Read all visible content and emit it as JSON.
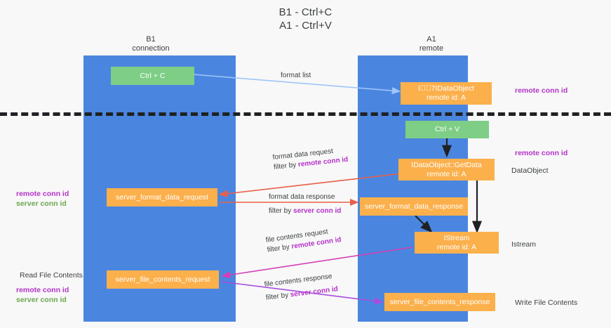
{
  "diagram": {
    "title_line1": "B1 - Ctrl+C",
    "title_line2": "A1 - Ctrl+V",
    "columns": [
      {
        "name": "B1",
        "role": "connection"
      },
      {
        "name": "A1",
        "role": "remote"
      }
    ],
    "colors": {
      "lane": "#4a86e0",
      "node_orange": "#fbb04c",
      "node_green": "#7ece86",
      "highlight_purple": "#b432c8",
      "highlight_green": "#6aa84f",
      "divider": "#202124",
      "arrow_blue": "#9fc5f8",
      "arrow_red": "#e8604c",
      "arrow_magenta": "#d43fb5",
      "arrow_purple": "#a64ce0",
      "arrow_black": "#202124",
      "background": "#f8f8f8"
    },
    "nodes": [
      {
        "id": "ctrl-c",
        "label": "Ctrl + C",
        "sub": "",
        "style": "green",
        "column": "B1"
      },
      {
        "id": "idataobject",
        "label": "I⃞⃟7IDataObject",
        "sub": "remote id: A",
        "style": "orange",
        "column": "A1"
      },
      {
        "id": "ctrl-v",
        "label": "Ctrl + V",
        "sub": "",
        "style": "green",
        "column": "A1"
      },
      {
        "id": "getdata",
        "label": "IDataObject::GetData",
        "sub": "remote id: A",
        "style": "orange",
        "column": "A1"
      },
      {
        "id": "server-format-data-request",
        "label": "server_format_data_request",
        "sub": "",
        "style": "orange",
        "column": "B1"
      },
      {
        "id": "server-format-data-response",
        "label": "server_format_data_response",
        "sub": "",
        "style": "orange",
        "column": "A1"
      },
      {
        "id": "istream",
        "label": "IStream",
        "sub": "remote id: A",
        "style": "orange",
        "column": "A1"
      },
      {
        "id": "server-file-contents-request",
        "label": "server_file_contents_request",
        "sub": "",
        "style": "orange",
        "column": "B1"
      },
      {
        "id": "server-file-contents-response",
        "label": "server_file_contents_response",
        "sub": "",
        "style": "orange",
        "column": "A1"
      }
    ],
    "edge_labels": [
      {
        "id": "format-list",
        "line1": "format list",
        "filter_prefix": "",
        "filter_value": ""
      },
      {
        "id": "format-data-request",
        "line1": "format data request",
        "filter_prefix": "filter by ",
        "filter_value": "remote conn id"
      },
      {
        "id": "format-data-response",
        "line1": "format data response",
        "filter_prefix": "filter by ",
        "filter_value": "server conn id"
      },
      {
        "id": "file-contents-request",
        "line1": "file contents request",
        "filter_prefix": "filter by ",
        "filter_value": "remote conn id"
      },
      {
        "id": "file-contents-response",
        "line1": "file contents response",
        "filter_prefix": "filter by ",
        "filter_value": "server conn id"
      }
    ],
    "annotations_right": [
      {
        "id": "remote-conn-id-top",
        "text": "remote conn id",
        "style": "purple"
      },
      {
        "id": "remote-conn-id-mid",
        "text": "remote conn id",
        "style": "purple"
      },
      {
        "id": "dataobject",
        "text": "DataObject",
        "style": "plain"
      },
      {
        "id": "istream-label",
        "text": "Istream",
        "style": "plain"
      },
      {
        "id": "write-file-contents",
        "text": "Write File Contents",
        "style": "plain"
      }
    ],
    "annotations_left": [
      {
        "id": "remote-conn-id-left-1",
        "text": "remote conn id",
        "style": "purple"
      },
      {
        "id": "server-conn-id-left-1",
        "text": "server conn id",
        "style": "green"
      },
      {
        "id": "read-file-contents",
        "text": "Read File Contents",
        "style": "plain"
      },
      {
        "id": "remote-conn-id-left-2",
        "text": "remote conn id",
        "style": "purple"
      },
      {
        "id": "server-conn-id-left-2",
        "text": "server conn id",
        "style": "green"
      }
    ]
  }
}
